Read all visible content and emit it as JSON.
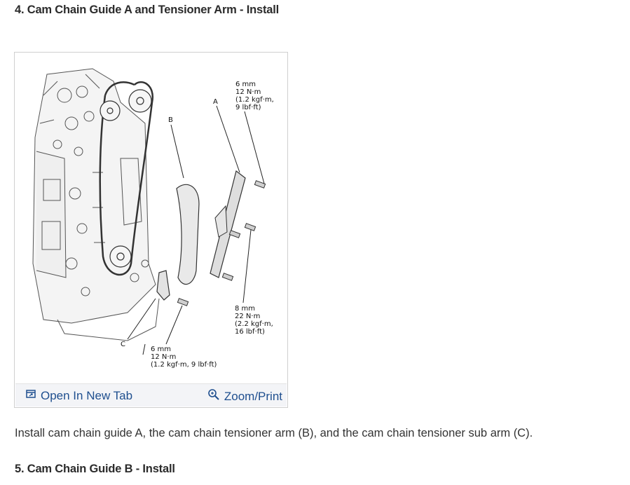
{
  "steps": {
    "step4_title": "4. Cam Chain Guide A and Tensioner Arm - Install",
    "step5_title": "5. Cam Chain Guide B - Install"
  },
  "figure": {
    "labels": {
      "a": "A",
      "b": "B",
      "c": "C"
    },
    "torque_a": [
      "6 mm",
      "12 N·m",
      "(1.2 kgf·m,",
      "9 lbf·ft)"
    ],
    "torque_b": [
      "8 mm",
      "22 N·m",
      "(2.2 kgf·m,",
      "16 lbf·ft)"
    ],
    "torque_c": [
      "6 mm",
      "12 N·m",
      "(1.2 kgf·m, 9 lbf·ft)"
    ],
    "open_tab_label": "Open In New Tab",
    "zoom_print_label": "Zoom/Print"
  },
  "description": "Install cam chain guide A, the cam chain tensioner arm (B), and the cam chain tensioner sub arm (C).",
  "colors": {
    "link": "#1f4f8f",
    "figure_bar": "#f3f4f7"
  },
  "icons": [
    "open-in-new-tab-icon",
    "zoom-icon"
  ]
}
